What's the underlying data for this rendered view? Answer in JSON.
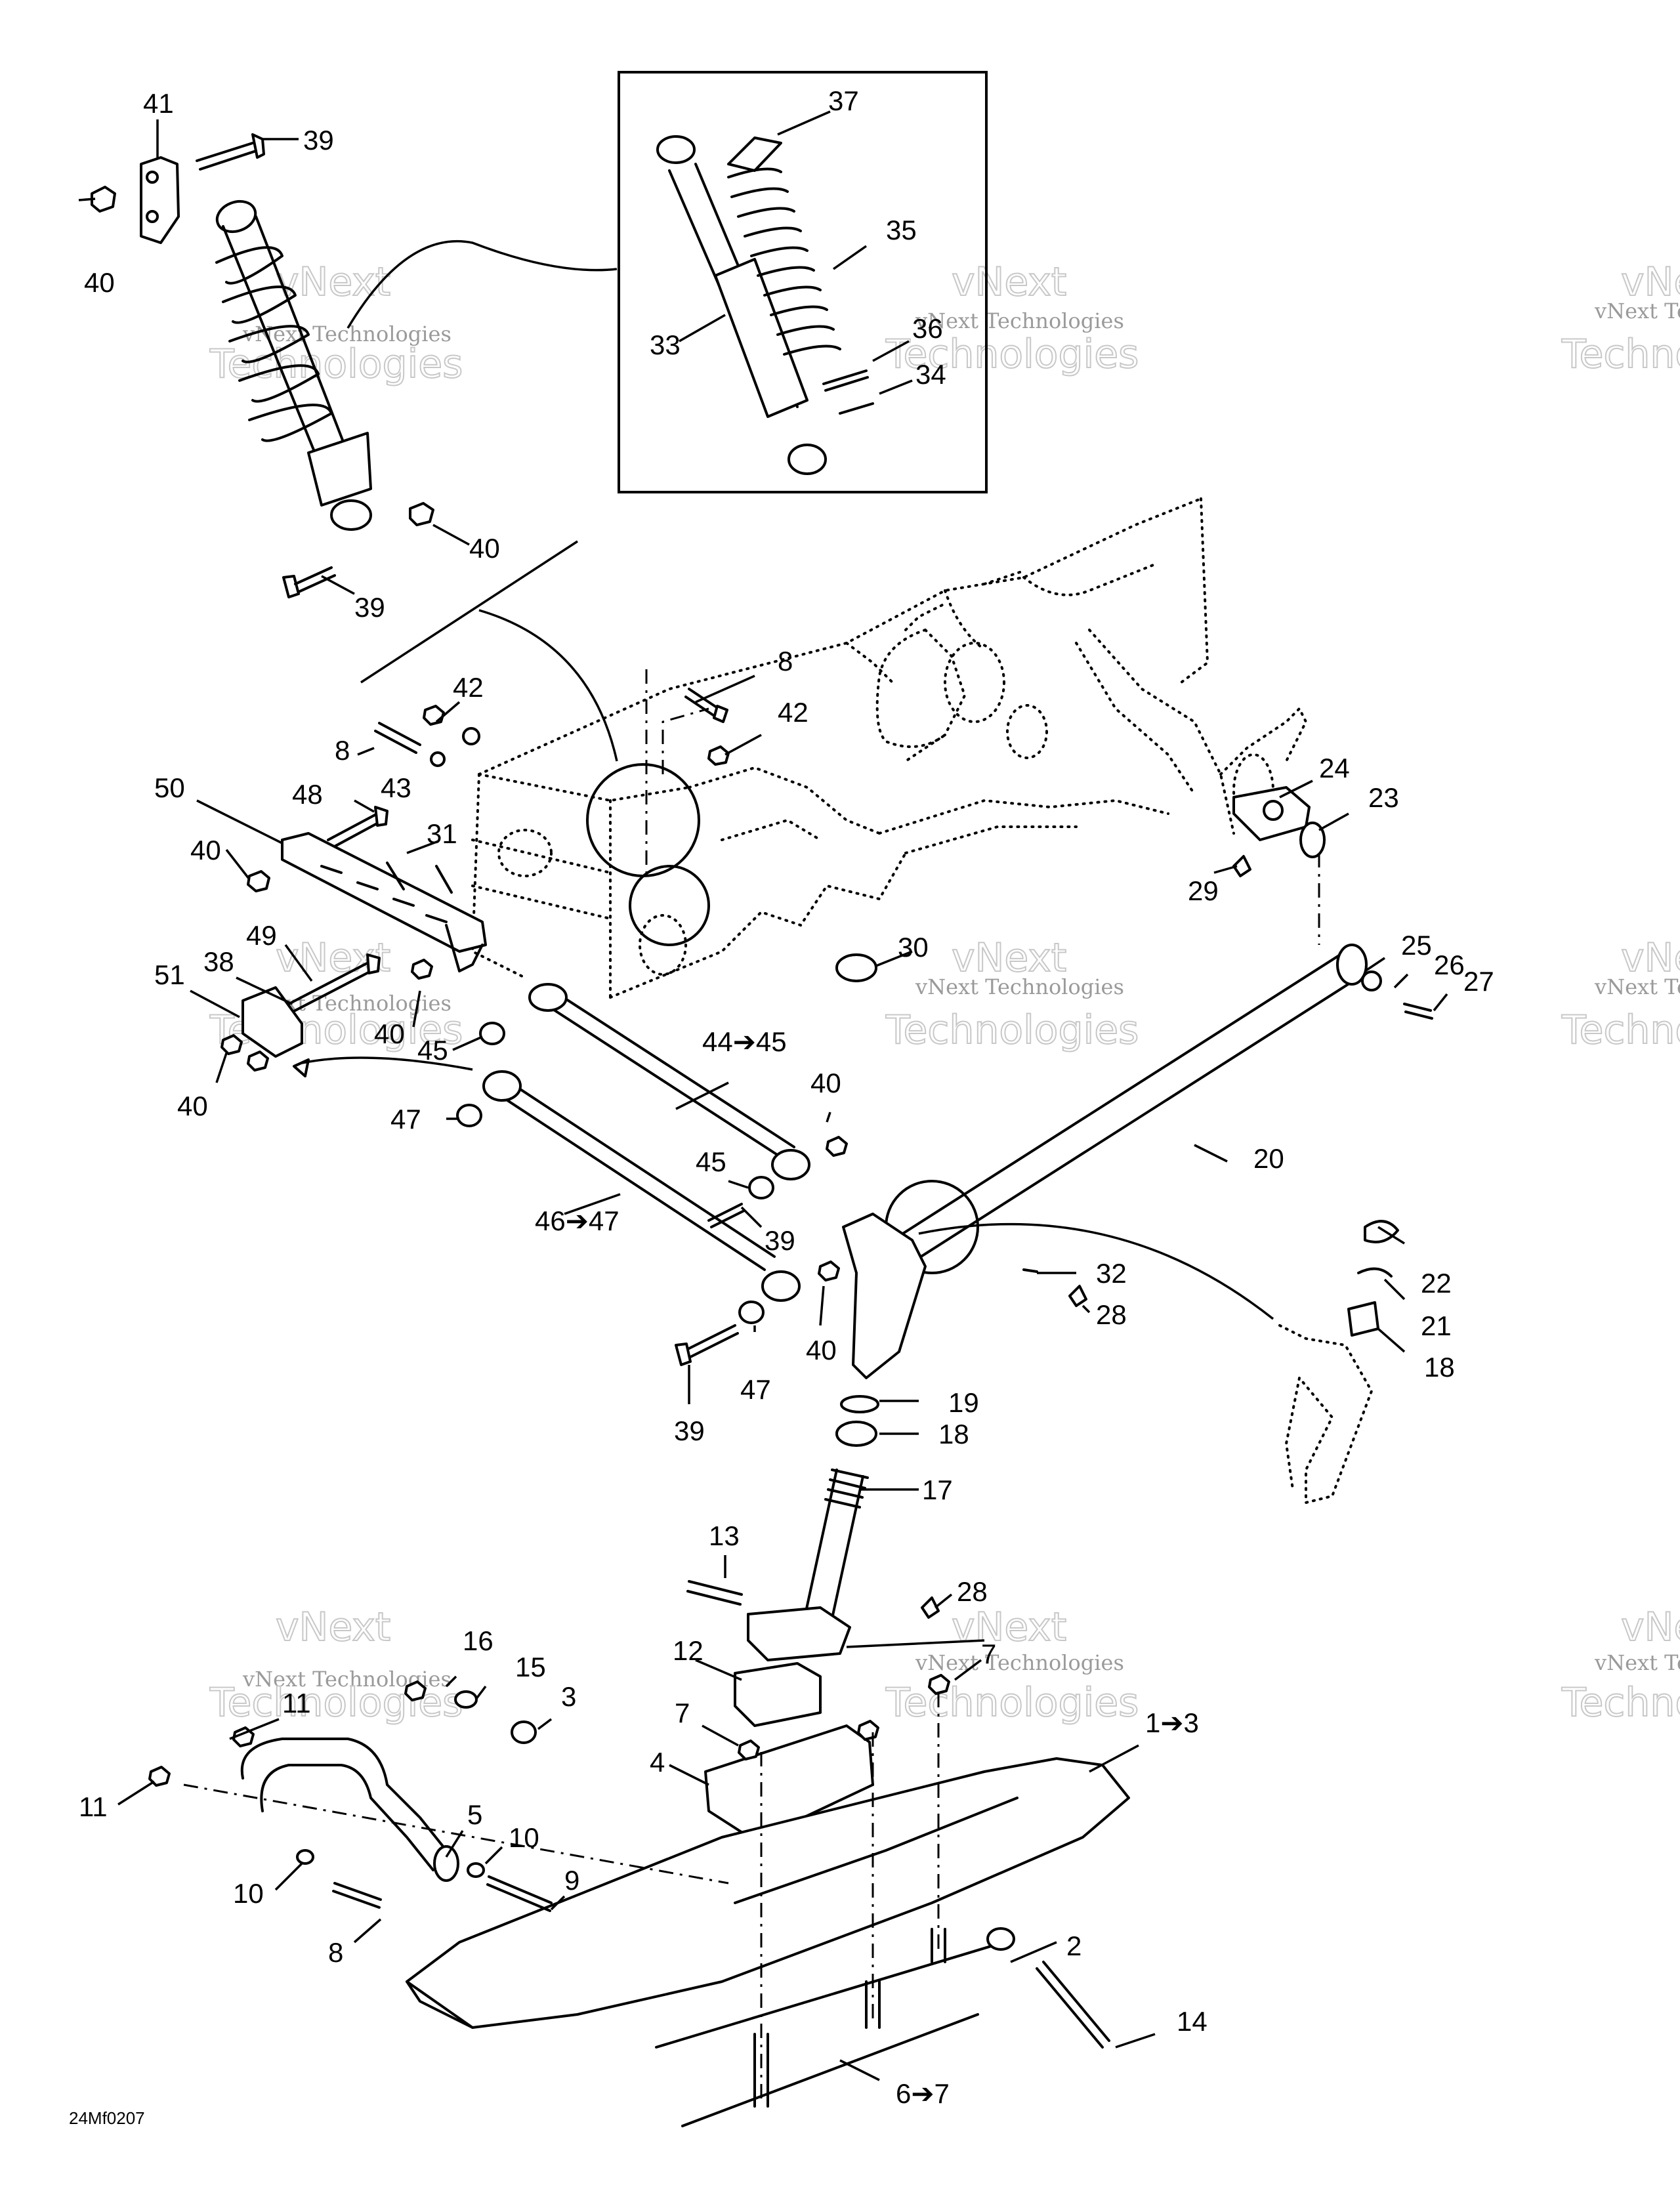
{
  "figure": {
    "code": "24Mf0207",
    "watermark_brand": "vNext",
    "watermark_line1": "vNext Technologies",
    "watermark_line2": "Technologies"
  },
  "callouts": {
    "c41": "41",
    "c39a": "39",
    "c40a": "40",
    "c37": "37",
    "c35": "35",
    "c33": "33",
    "c36": "36",
    "c34": "34",
    "c40b": "40",
    "c39b": "39",
    "c8a": "8",
    "c42a": "42",
    "c42b": "42",
    "c8b": "8",
    "c43": "43",
    "c48": "48",
    "c50": "50",
    "c40c": "40",
    "c31": "31",
    "c49": "49",
    "c38": "38",
    "c51": "51",
    "c40d": "40",
    "c45a": "45",
    "c40e": "40",
    "c30": "30",
    "c24": "24",
    "c23": "23",
    "c29": "29",
    "c25": "25",
    "c26": "26",
    "c27": "27",
    "c44": "44➔45",
    "c40f": "40",
    "c47a": "47",
    "c45b": "45",
    "c46": "46➔47",
    "c39c": "39",
    "c20": "20",
    "c32": "32",
    "c28a": "28",
    "c22": "22",
    "c21": "21",
    "c18a": "18",
    "c40g": "40",
    "c47b": "47",
    "c39d": "39",
    "c19": "19",
    "c18b": "18",
    "c17": "17",
    "c13": "13",
    "c28b": "28",
    "c16": "16",
    "c15": "15",
    "c3": "3",
    "c11a": "11",
    "c12": "12",
    "c7a": "7",
    "c7b": "7",
    "c1": "1➔3",
    "c4": "4",
    "c11b": "11",
    "c5": "5",
    "c10a": "10",
    "c10b": "10",
    "c9": "9",
    "c8c": "8",
    "c2": "2",
    "c14": "14",
    "c6": "6➔7"
  }
}
